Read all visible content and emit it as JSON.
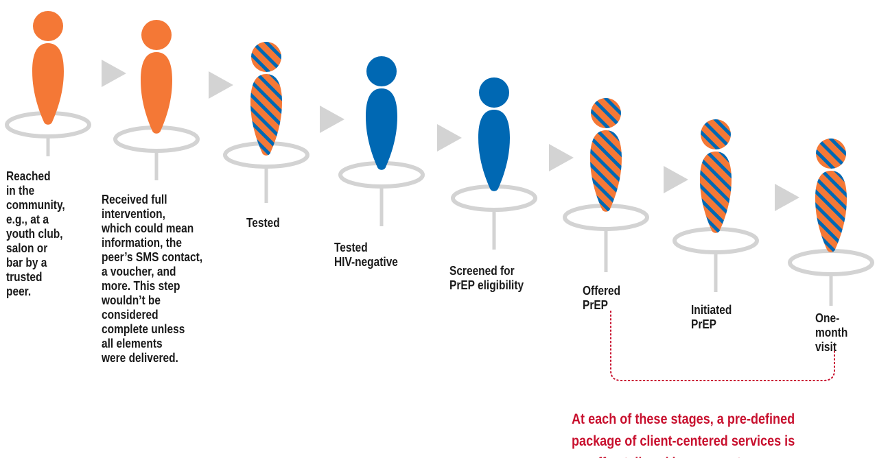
{
  "colors": {
    "orange": "#f47836",
    "blue": "#0068b3",
    "ring": "#d3d3d3",
    "arrow": "#d3d3d3",
    "note_text": "#c8102e",
    "bracket": "#c8102e",
    "label_text": "#1a1a1a"
  },
  "stages": [
    {
      "id": "reached",
      "label": "Reached\nin the\ncommunity,\ne.g., at a\nyouth club,\nsalon or\nbar by a\ntrusted\npeer.",
      "figure_style": "solid-orange"
    },
    {
      "id": "intervention",
      "label": "Received full\nintervention,\nwhich could mean\ninformation, the\npeer’s SMS contact,\na voucher, and\nmore. This step\nwouldn’t be\nconsidered\ncomplete unless\nall elements\nwere delivered.",
      "figure_style": "solid-orange"
    },
    {
      "id": "tested",
      "label": "Tested",
      "figure_style": "striped-orange-blue"
    },
    {
      "id": "hiv-negative",
      "label": "Tested\nHIV-negative",
      "figure_style": "solid-blue"
    },
    {
      "id": "screened",
      "label": "Screened for\nPrEP eligibility",
      "figure_style": "solid-blue"
    },
    {
      "id": "offered",
      "label": "Offered\nPrEP",
      "figure_style": "striped-orange-blue"
    },
    {
      "id": "initiated",
      "label": "Initiated\nPrEP",
      "figure_style": "striped-orange-blue"
    },
    {
      "id": "one-month",
      "label": "One-month\nvisit",
      "figure_style": "striped-orange-blue"
    }
  ],
  "note": "At each of these stages, a pre-defined\npackage of client-centered services is\non offer, tailored by segment."
}
